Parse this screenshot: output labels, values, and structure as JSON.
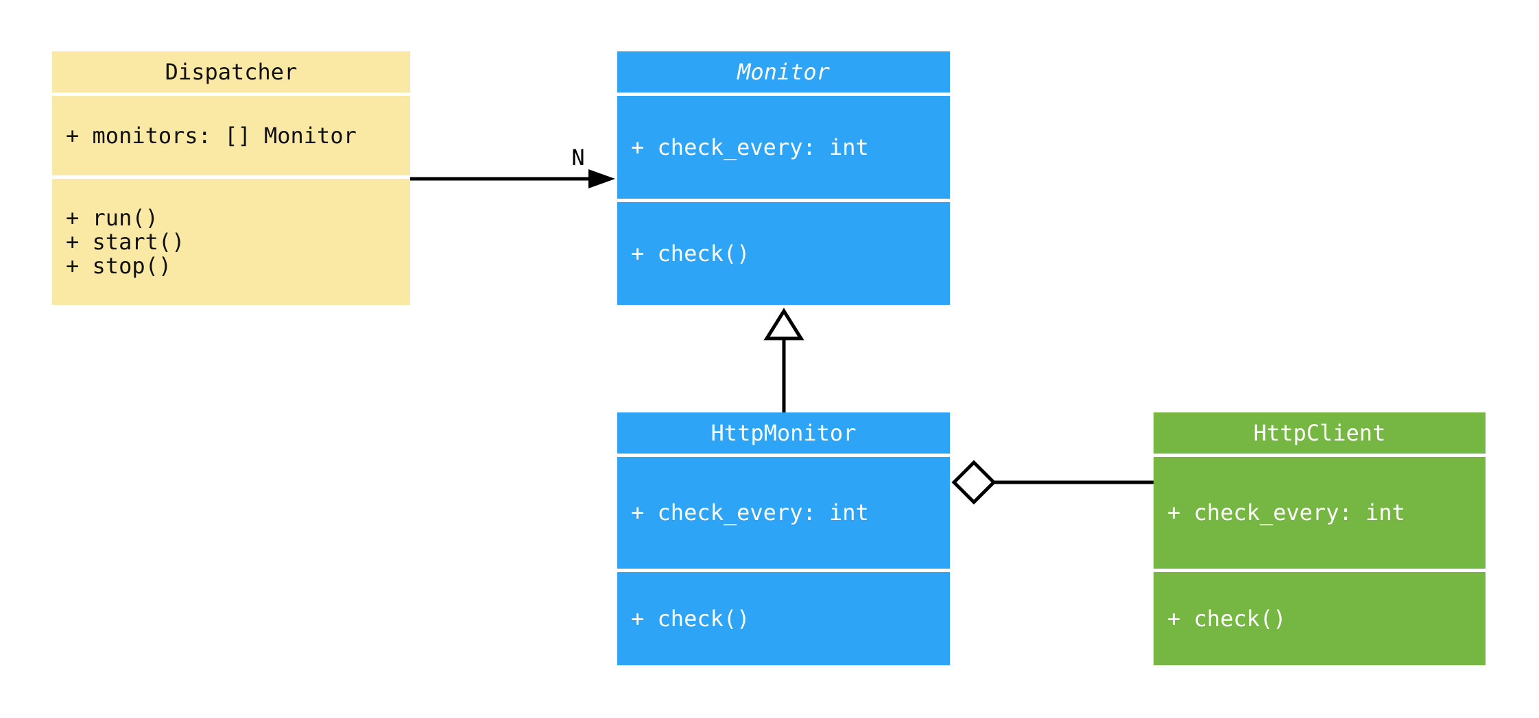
{
  "diagram": {
    "kind": "uml-class-diagram",
    "background": "#FFFFFF",
    "colors": {
      "dispatcher_fill": "#FAE8A5",
      "monitor_fill": "#2EA4F7",
      "http_monitor_fill": "#2EA4F7",
      "http_client_fill": "#76B743",
      "connector_stroke": "#000000",
      "text_on_light": "#111111",
      "text_on_dark": "#FFFFFF"
    }
  },
  "classes": [
    {
      "name": "Dispatcher",
      "abstract": false,
      "fill": "#FAE8A5",
      "attributes": [
        "+ monitors: [] Monitor"
      ],
      "methods": [
        "+ run()",
        "+ start()",
        "+ stop()"
      ]
    },
    {
      "name": "Monitor",
      "abstract": true,
      "fill": "#2EA4F7",
      "attributes": [
        "+ check_every: int"
      ],
      "methods": [
        "+ check()"
      ]
    },
    {
      "name": "HttpMonitor",
      "abstract": false,
      "fill": "#2EA4F7",
      "attributes": [
        "+ check_every: int"
      ],
      "methods": [
        "+ check()"
      ]
    },
    {
      "name": "HttpClient",
      "abstract": false,
      "fill": "#76B743",
      "attributes": [
        "+ check_every: int"
      ],
      "methods": [
        "+ check()"
      ]
    }
  ],
  "relationships": [
    {
      "type": "association",
      "from": "Dispatcher",
      "to": "Monitor",
      "multiplicity": "N"
    },
    {
      "type": "generalization",
      "from": "HttpMonitor",
      "to": "Monitor"
    },
    {
      "type": "aggregation",
      "from": "HttpMonitor",
      "to": "HttpClient"
    }
  ]
}
